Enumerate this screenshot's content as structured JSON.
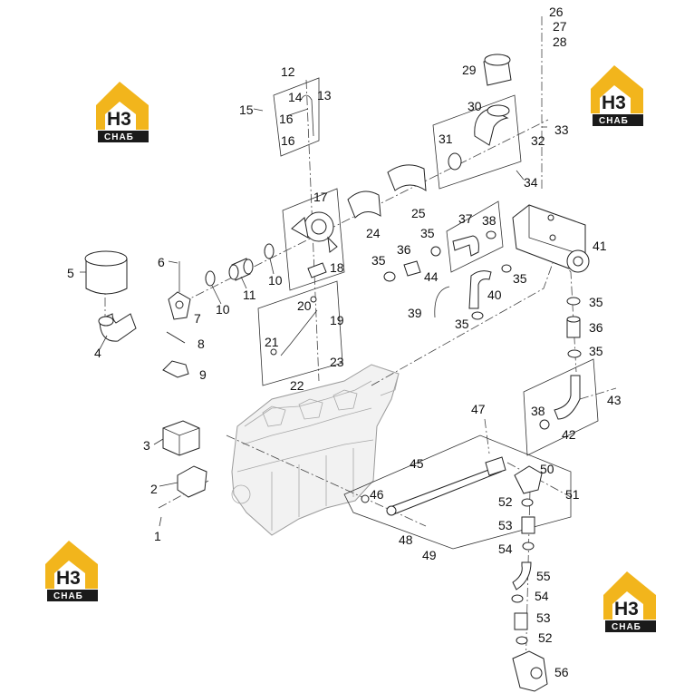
{
  "logos": [
    {
      "main": "H3",
      "sub": "СНАБ"
    },
    {
      "main": "H3",
      "sub": "СНАБ"
    },
    {
      "main": "H3",
      "sub": "СНАБ"
    },
    {
      "main": "H3",
      "sub": "СНАБ"
    }
  ],
  "labels": [
    "1",
    "2",
    "3",
    "4",
    "5",
    "6",
    "7",
    "8",
    "9",
    "10",
    "10",
    "11",
    "12",
    "13",
    "14",
    "15",
    "16",
    "16",
    "17",
    "18",
    "19",
    "20",
    "21",
    "22",
    "23",
    "24",
    "25",
    "26",
    "27",
    "28",
    "29",
    "30",
    "31",
    "32",
    "33",
    "34",
    "35",
    "35",
    "35",
    "35",
    "35",
    "35",
    "36",
    "36",
    "37",
    "38",
    "38",
    "39",
    "40",
    "41",
    "42",
    "43",
    "44",
    "45",
    "46",
    "47",
    "48",
    "49",
    "50",
    "51",
    "52",
    "52",
    "53",
    "53",
    "54",
    "54",
    "55",
    "56"
  ],
  "colors": {
    "logo_yellow": "#f2b51c",
    "logo_dark": "#1a1a1a",
    "line": "#333333"
  }
}
